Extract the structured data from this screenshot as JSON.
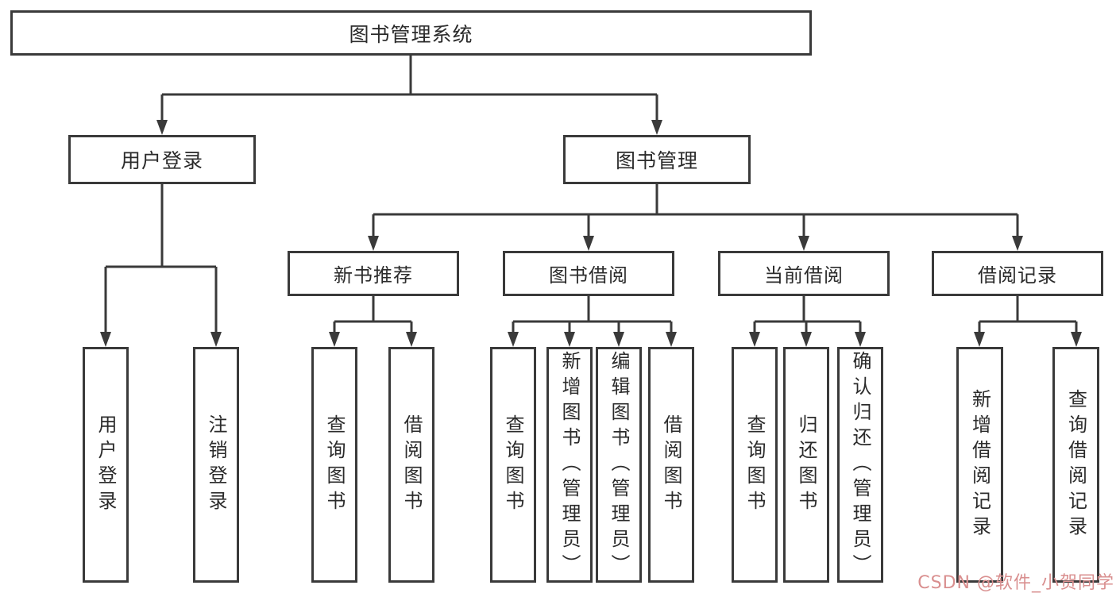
{
  "tree": {
    "root": {
      "label": "图书管理系统"
    },
    "level2": [
      {
        "label": "用户登录"
      },
      {
        "label": "图书管理"
      }
    ],
    "level3": [
      {
        "label": "新书推荐"
      },
      {
        "label": "图书借阅"
      },
      {
        "label": "当前借阅"
      },
      {
        "label": "借阅记录"
      }
    ],
    "leaves": [
      {
        "label": "用户登录"
      },
      {
        "label": "注销登录"
      },
      {
        "label": "查询图书"
      },
      {
        "label": "借阅图书"
      },
      {
        "label": "查询图书"
      },
      {
        "label": "新增图书（管理员）"
      },
      {
        "label": "编辑图书（管理员）"
      },
      {
        "label": "借阅图书"
      },
      {
        "label": "查询图书"
      },
      {
        "label": "归还图书"
      },
      {
        "label": "确认归还（管理员）"
      },
      {
        "label": "新增借阅记录"
      },
      {
        "label": "查询借阅记录"
      }
    ]
  },
  "watermark": {
    "text": "CSDN @软件_小贺同学"
  },
  "colors": {
    "line": "#3a3a3a",
    "text": "#2b2b2b",
    "background": "#ffffff",
    "watermark": "#d98f8f"
  }
}
